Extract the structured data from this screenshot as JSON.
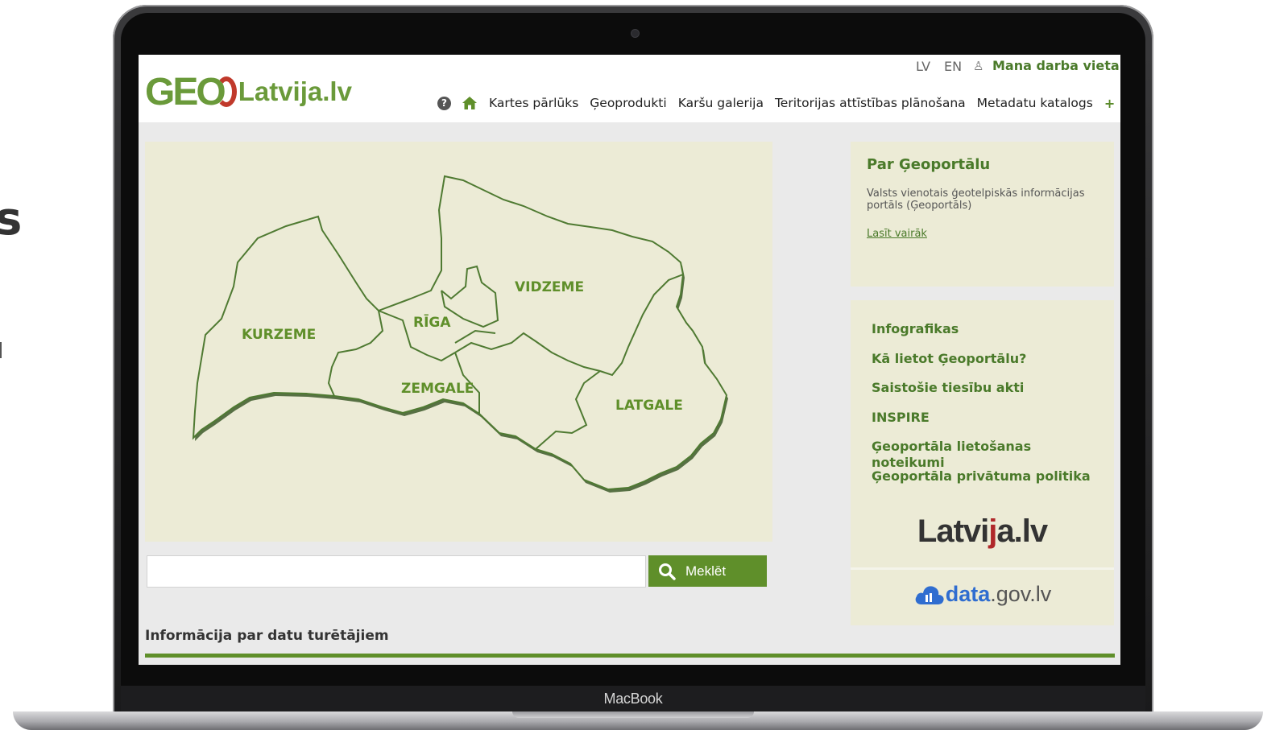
{
  "device": {
    "label": "MacBook"
  },
  "page_edge": {
    "glyph": "s"
  },
  "header": {
    "logo_prefix": "GEO",
    "logo_text": "Latvija.lv",
    "languages": [
      "LV",
      "EN"
    ],
    "workplace_label": "Mana darba vieta",
    "nav_items": [
      "Kartes pārlūks",
      "Ģeoprodukti",
      "Karšu galerija",
      "Teritorijas attīstības plānošana",
      "Metadatu katalogs"
    ],
    "nav_more": "+"
  },
  "map": {
    "regions": [
      "KURZEME",
      "RĪGA",
      "VIDZEME",
      "ZEMGALE",
      "LATGALE"
    ]
  },
  "search": {
    "value": "",
    "button_label": "Meklēt"
  },
  "main": {
    "holders_title": "Informācija par datu turētājiem"
  },
  "about": {
    "title": "Par Ģeoportālu",
    "description": "Valsts vienotais ģeotelpiskās informācijas portāls (Ģeoportāls)",
    "more_link": "Lasīt vairāk"
  },
  "sidebar_links": [
    "Infografikas",
    "Kā lietot Ģeoportālu?",
    "Saistošie tiesību akti",
    "INSPIRE",
    "Ģeoportāla lietošanas noteikumi",
    "Ģeoportāla privātuma politika"
  ],
  "partners": {
    "latvija_before": "Latvi",
    "latvija_j": "j",
    "latvija_after": "a.lv",
    "data_main": "data",
    "data_suffix": ".gov.lv"
  },
  "colors": {
    "brand_green": "#5f8f2a",
    "panel_beige": "#ecebd6",
    "logo_red": "#c0392b"
  }
}
